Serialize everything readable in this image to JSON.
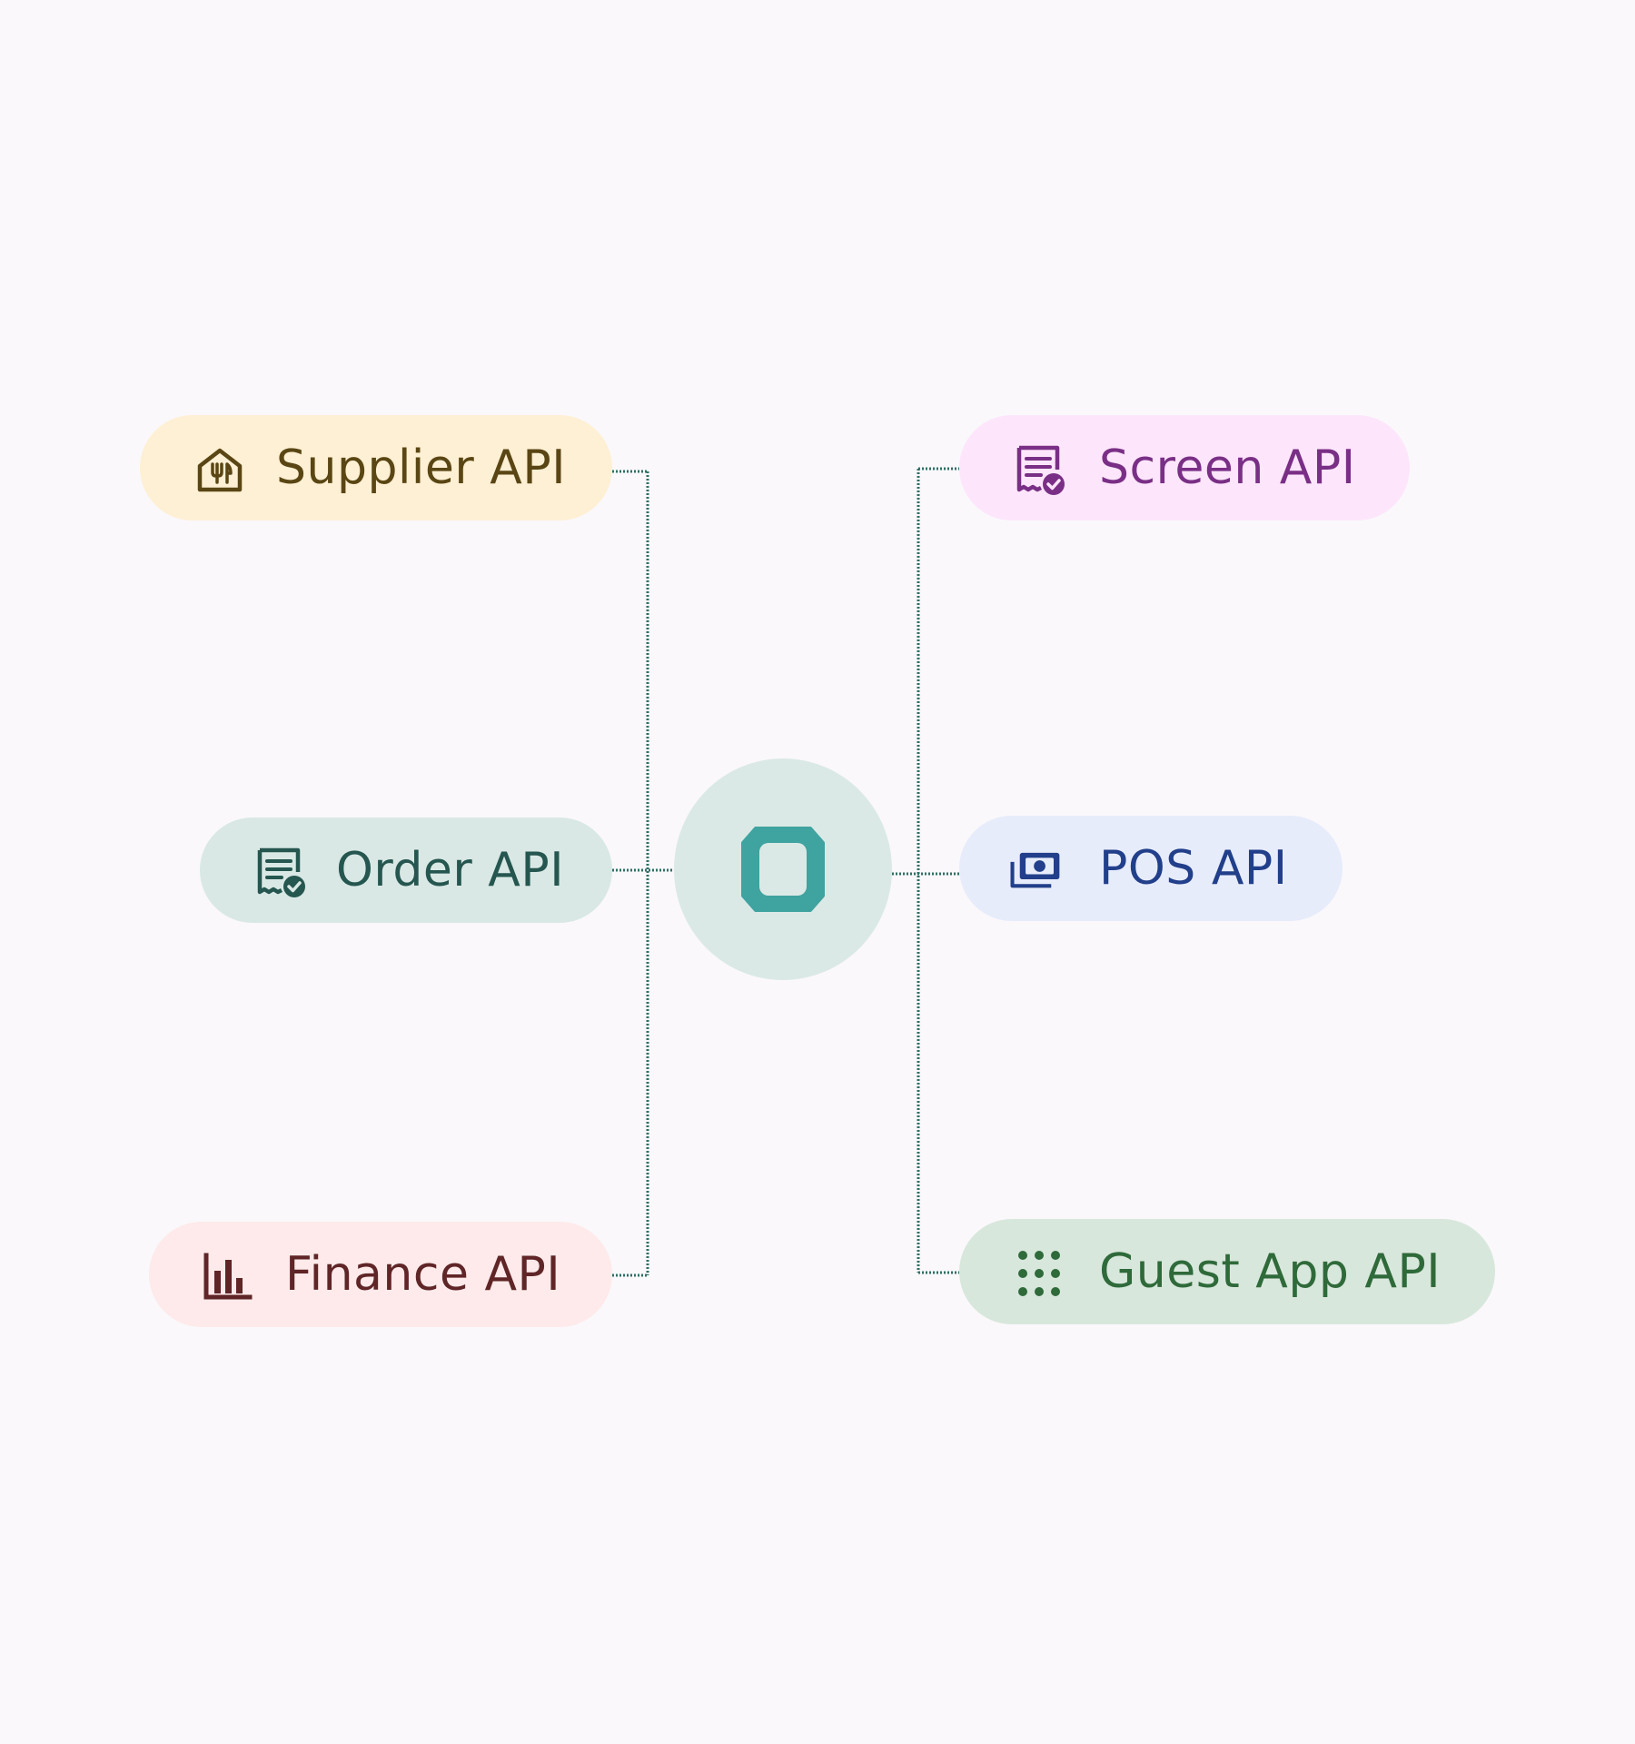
{
  "diagram": {
    "hub": {
      "icon": "rounded-square-icon",
      "accent": "#3fa3a0",
      "background": "#dbe9e6"
    },
    "connector_color": "#2e6f66",
    "left_nodes": [
      {
        "id": "supplier",
        "label": "Supplier API",
        "icon": "store-icon",
        "text_color": "#5a4614",
        "background": "#fef0d4"
      },
      {
        "id": "order",
        "label": "Order API",
        "icon": "receipt-check-icon",
        "text_color": "#25564f",
        "background": "#d9e8e5"
      },
      {
        "id": "finance",
        "label": "Finance API",
        "icon": "bar-chart-icon",
        "text_color": "#5f2527",
        "background": "#feeaea"
      }
    ],
    "right_nodes": [
      {
        "id": "screen",
        "label": "Screen API",
        "icon": "receipt-check-icon",
        "text_color": "#7a2f86",
        "background": "#fde6fb"
      },
      {
        "id": "pos",
        "label": "POS API",
        "icon": "cash-icon",
        "text_color": "#213f8a",
        "background": "#e7ecfb"
      },
      {
        "id": "guest",
        "label": "Guest App API",
        "icon": "app-grid-icon",
        "text_color": "#2f6a3a",
        "background": "#d8e7dc"
      }
    ]
  }
}
